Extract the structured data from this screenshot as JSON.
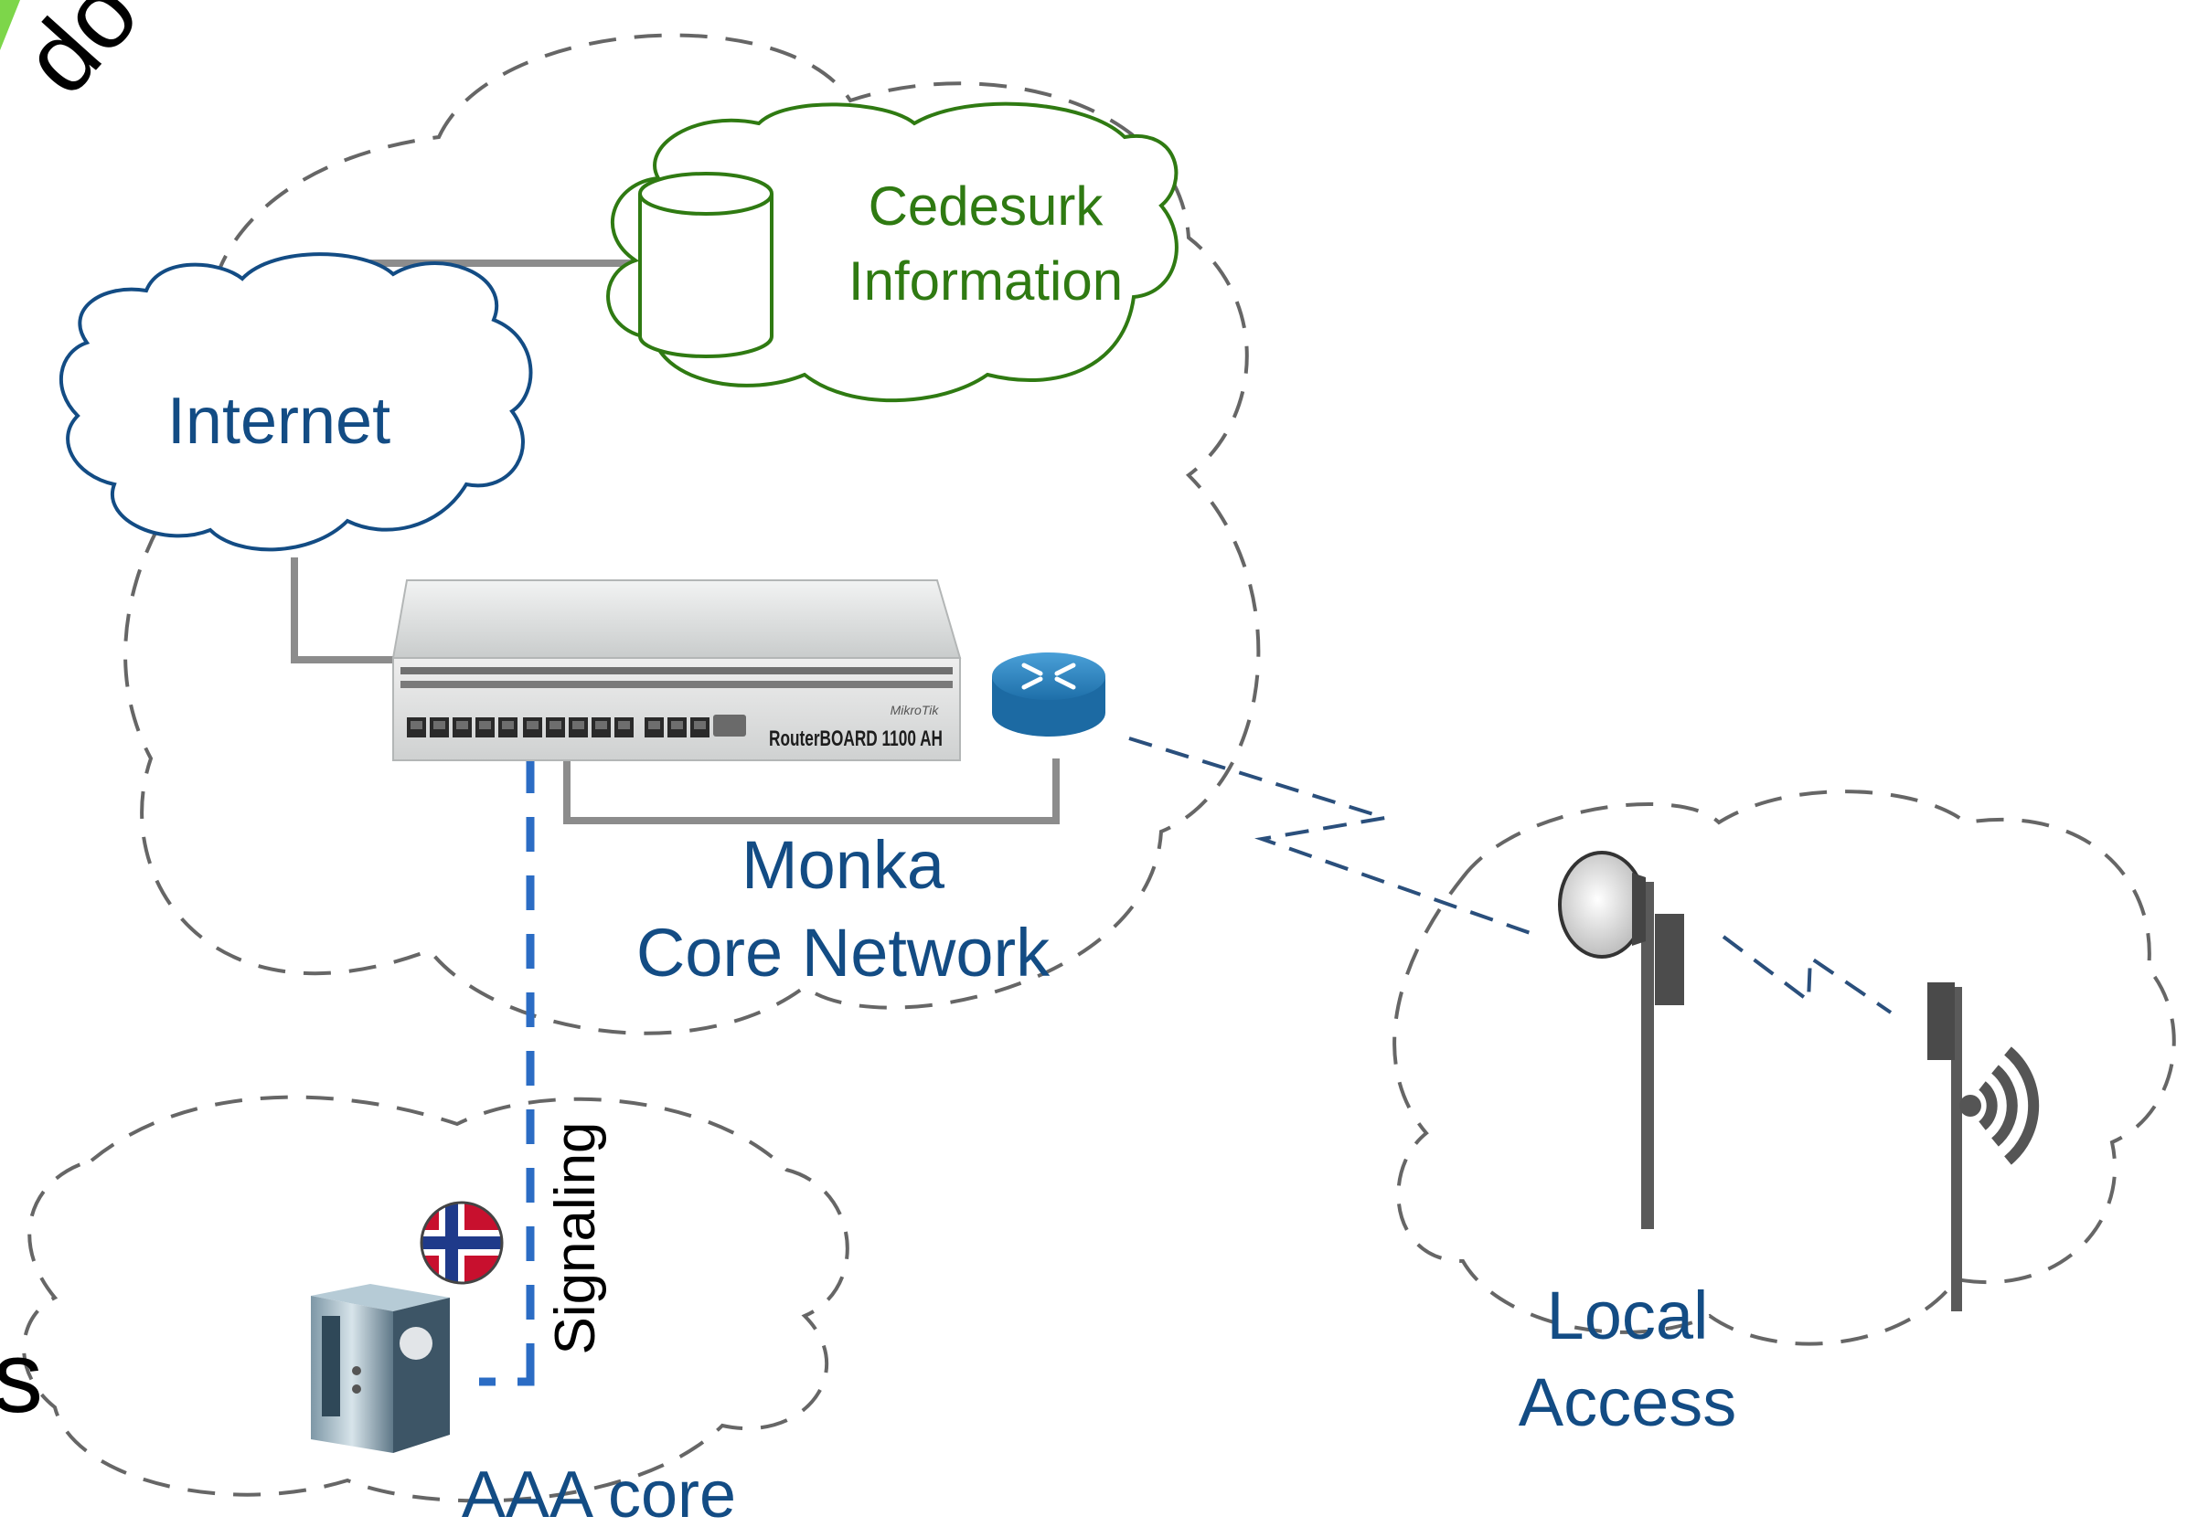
{
  "colors": {
    "blue_text": "#134c84",
    "green_text": "#2f7a12",
    "cloud_dash": "#666666",
    "link_gray": "#8c8c8c",
    "signal_blue": "#2b6cc4",
    "wireless_dash": "#2a4f7c",
    "accent_green": "#7dd64a"
  },
  "labels": {
    "partial_top": "do",
    "internet": "Internet",
    "db_line1": "Cedesurk",
    "db_line2": "Information",
    "router_model": "RouterBOARD 1100 AH",
    "router_brand": "MikroTik",
    "core_line1": "Monka",
    "core_line2": "Core Network",
    "signaling": "Signaling",
    "aaa": "AAA core",
    "local_line1": "Local",
    "local_line2": "Access",
    "partial_left": "s"
  },
  "icons": {
    "database": "database-cylinder-icon",
    "router_box": "routerboard-icon",
    "router": "cisco-router-icon",
    "server": "server-tower-icon",
    "flag": "norway-flag-icon",
    "dish": "dish-antenna-icon",
    "wifi": "wifi-antenna-icon"
  }
}
